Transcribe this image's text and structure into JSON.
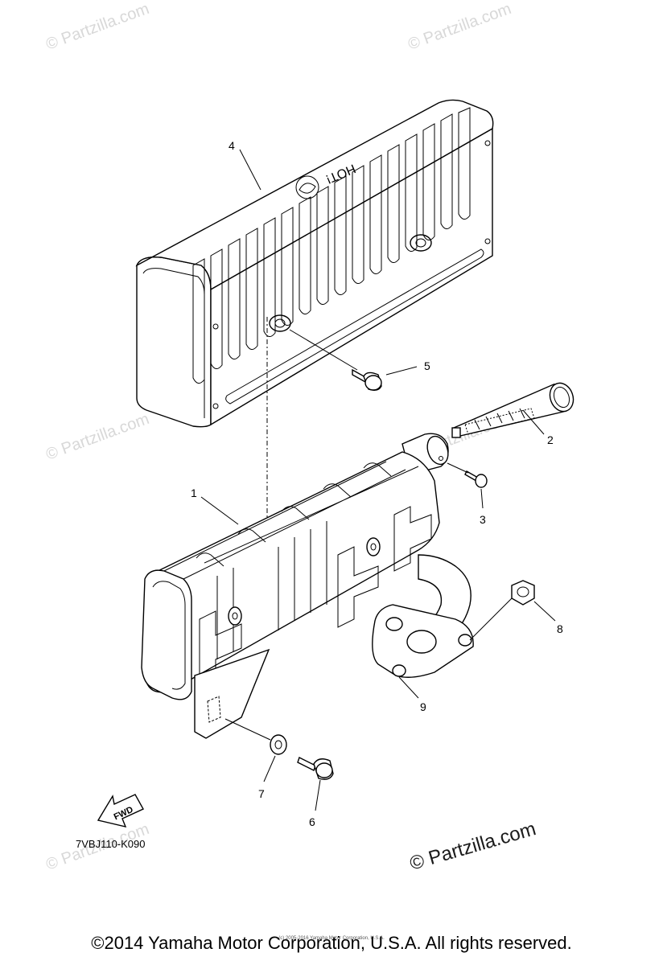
{
  "watermarks": {
    "corner": "© Partzilla.com",
    "main": "© Partzilla.com"
  },
  "part_code": "7VBJ110-K090",
  "fwd_label": "FWD",
  "cover_label": "HOT!",
  "callouts": [
    "1",
    "2",
    "3",
    "4",
    "5",
    "6",
    "7",
    "8",
    "9"
  ],
  "copyright": "©2014 Yamaha Motor Corporation, U.S.A. All rights reserved.",
  "fine_print": "(c) 2005-2016 Yamaha Motor Corporation, U.S.A."
}
